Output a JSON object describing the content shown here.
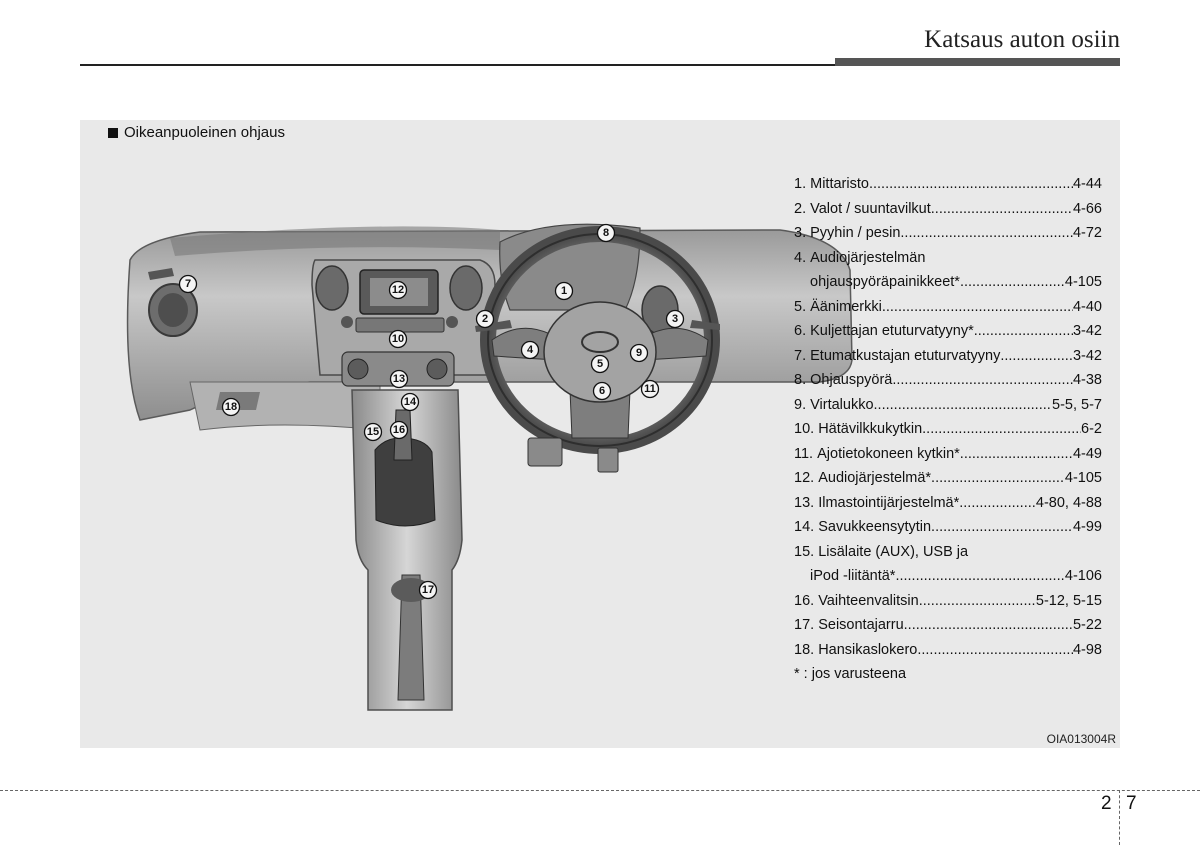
{
  "header": {
    "title": "Katsaus auton osiin"
  },
  "figure": {
    "section_label": "Oikeanpuoleinen ohjaus",
    "figure_code": "OIA013004R",
    "callouts": [
      "1",
      "2",
      "3",
      "4",
      "5",
      "6",
      "7",
      "8",
      "9",
      "10",
      "11",
      "12",
      "13",
      "14",
      "15",
      "16",
      "17",
      "18"
    ]
  },
  "parts": [
    {
      "num": "1.",
      "lines": [
        {
          "label": "Mittaristo",
          "page": "4-44"
        }
      ]
    },
    {
      "num": "2.",
      "lines": [
        {
          "label": "Valot / suuntavilkut",
          "page": "4-66"
        }
      ]
    },
    {
      "num": "3.",
      "lines": [
        {
          "label": "Pyyhin / pesin",
          "page": "4-72"
        }
      ]
    },
    {
      "num": "4.",
      "lines": [
        {
          "label": "Audiojärjestelmän",
          "page": ""
        },
        {
          "label": "ohjauspyöräpainikkeet*",
          "page": "4-105"
        }
      ]
    },
    {
      "num": "5.",
      "lines": [
        {
          "label": "Äänimerkki",
          "page": "4-40"
        }
      ]
    },
    {
      "num": "6.",
      "lines": [
        {
          "label": "Kuljettajan etuturvatyyny*",
          "page": "3-42"
        }
      ]
    },
    {
      "num": "7.",
      "lines": [
        {
          "label": "Etumatkustajan etuturvatyyny",
          "page": "3-42"
        }
      ]
    },
    {
      "num": "8.",
      "lines": [
        {
          "label": "Ohjauspyörä",
          "page": "4-38"
        }
      ]
    },
    {
      "num": "9.",
      "lines": [
        {
          "label": "Virtalukko",
          "page": "5-5, 5-7"
        }
      ]
    },
    {
      "num": "10.",
      "lines": [
        {
          "label": "Hätävilkkukytkin",
          "page": "6-2"
        }
      ]
    },
    {
      "num": "11.",
      "lines": [
        {
          "label": "Ajotietokoneen kytkin*",
          "page": "4-49"
        }
      ]
    },
    {
      "num": "12.",
      "lines": [
        {
          "label": "Audiojärjestelmä*",
          "page": "4-105"
        }
      ]
    },
    {
      "num": "13.",
      "lines": [
        {
          "label": "Ilmastointijärjestelmä*",
          "page": "4-80, 4-88"
        }
      ]
    },
    {
      "num": "14.",
      "lines": [
        {
          "label": "Savukkeensytytin",
          "page": "4-99"
        }
      ]
    },
    {
      "num": "15.",
      "lines": [
        {
          "label": "Lisälaite (AUX), USB ja",
          "page": ""
        },
        {
          "label": "iPod -liitäntä*",
          "page": "4-106"
        }
      ]
    },
    {
      "num": "16.",
      "lines": [
        {
          "label": "Vaihteenvalitsin",
          "page": "5-12, 5-15"
        }
      ]
    },
    {
      "num": "17.",
      "lines": [
        {
          "label": "Seisontajarru",
          "page": "5-22"
        }
      ]
    },
    {
      "num": "18.",
      "lines": [
        {
          "label": "Hansikaslokero",
          "page": "4-98"
        }
      ]
    }
  ],
  "footnote": "* : jos varusteena",
  "footer": {
    "chapter": "2",
    "page": "7"
  }
}
